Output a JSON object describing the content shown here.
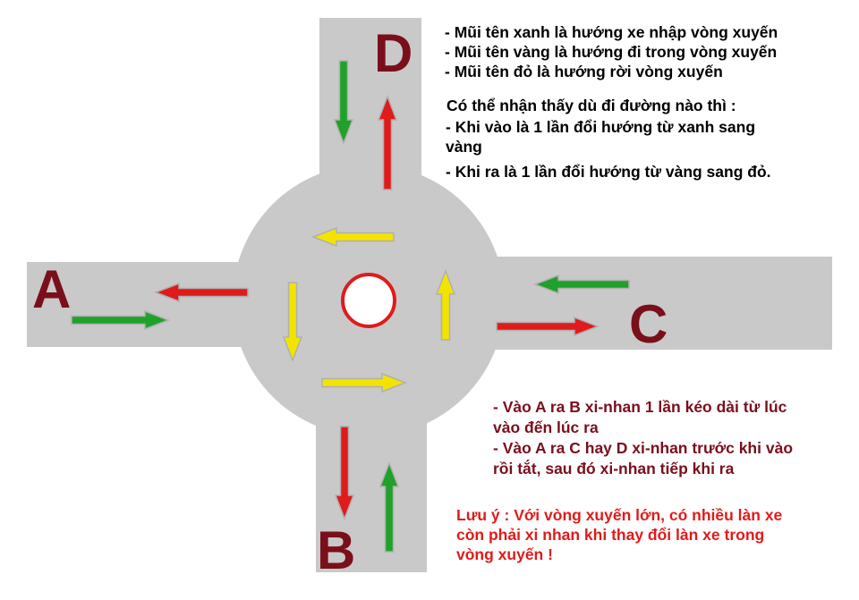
{
  "road_labels": {
    "a": "A",
    "b": "B",
    "c": "C",
    "d": "D"
  },
  "legend": [
    "- Mũi tên xanh là hướng xe nhập vòng xuyến",
    "- Mũi tên vàng là hướng đi trong vòng xuyến",
    "- Mũi tên đỏ là hướng rời vòng xuyến"
  ],
  "observation": {
    "title": "Có thể nhận thấy dù đi đường nào thì :",
    "enter_line1": "- Khi vào là 1 lần đổi hướng từ xanh sang",
    "enter_line2": "vàng",
    "exit_line": "- Khi ra là 1 lần đổi hướng từ vàng sang đỏ."
  },
  "signal_notes": {
    "ab_line1": "- Vào A ra B xi-nhan 1 lần kéo dài từ lúc",
    "ab_line2": "vào đến lúc ra",
    "acd_line1": "- Vào A ra C hay D xi-nhan trước khi vào",
    "acd_line2": "rồi tắt, sau đó xi-nhan tiếp khi ra"
  },
  "caution": {
    "line1": "Lưu ý : Với vòng xuyến lớn, có nhiều làn xe",
    "line2": "còn phải xi nhan khi thay đổi làn xe trong",
    "line3": "vòng xuyến !"
  },
  "colors": {
    "road": "#c9c9c9",
    "enter_arrow": "#1fa12a",
    "circulate_arrow": "#f2e400",
    "exit_arrow": "#e01b1b",
    "label": "#7a0f1c",
    "caution_text": "#e01b1b"
  },
  "arrows": [
    {
      "id": "d-entry",
      "kind": "enter",
      "direction": "down"
    },
    {
      "id": "d-exit",
      "kind": "exit",
      "direction": "up"
    },
    {
      "id": "a-exit",
      "kind": "exit",
      "direction": "left"
    },
    {
      "id": "a-entry",
      "kind": "enter",
      "direction": "right"
    },
    {
      "id": "c-entry",
      "kind": "enter",
      "direction": "left"
    },
    {
      "id": "c-exit",
      "kind": "exit",
      "direction": "right"
    },
    {
      "id": "b-exit",
      "kind": "exit",
      "direction": "down"
    },
    {
      "id": "b-entry",
      "kind": "enter",
      "direction": "up"
    },
    {
      "id": "ring-top",
      "kind": "circulate",
      "direction": "left"
    },
    {
      "id": "ring-left",
      "kind": "circulate",
      "direction": "down"
    },
    {
      "id": "ring-bottom",
      "kind": "circulate",
      "direction": "right"
    },
    {
      "id": "ring-right",
      "kind": "circulate",
      "direction": "up"
    }
  ]
}
